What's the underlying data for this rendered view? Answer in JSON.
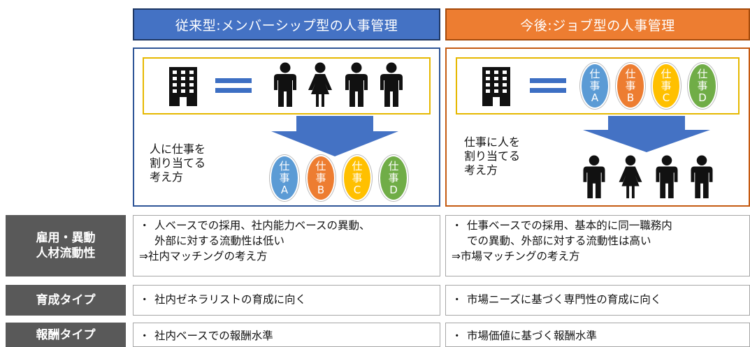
{
  "headers": {
    "left": "従来型:メンバーシップ型の人事管理",
    "right": "今後:ジョブ型の人事管理"
  },
  "left_panel": {
    "concept": [
      "人に仕事を",
      "割り当てる",
      "考え方"
    ],
    "jobs": [
      {
        "c1": "仕",
        "c2": "事",
        "c3": "A"
      },
      {
        "c1": "仕",
        "c2": "事",
        "c3": "B"
      },
      {
        "c1": "仕",
        "c2": "事",
        "c3": "C"
      },
      {
        "c1": "仕",
        "c2": "事",
        "c3": "D"
      }
    ]
  },
  "right_panel": {
    "concept": [
      "仕事に人を",
      "割り当てる",
      "考え方"
    ],
    "jobs": [
      {
        "c1": "仕",
        "c2": "事",
        "c3": "A"
      },
      {
        "c1": "仕",
        "c2": "事",
        "c3": "B"
      },
      {
        "c1": "仕",
        "c2": "事",
        "c3": "C"
      },
      {
        "c1": "仕",
        "c2": "事",
        "c3": "D"
      }
    ]
  },
  "rows": [
    {
      "label1": "雇用・異動",
      "label2": "人材流動性",
      "left_bullet": "・",
      "left_l1": "人ベースでの採用、社内能力ベースの異動、",
      "left_l2": "外部に対する流動性は低い",
      "left_l3": "⇒社内マッチングの考え方",
      "right_bullet": "・",
      "right_l1": "仕事ベースでの採用、基本的に同一職務内",
      "right_l2": "での異動、外部に対する流動性は高い",
      "right_l3": "⇒市場マッチングの考え方"
    },
    {
      "label1": "育成タイプ",
      "left_bullet": "・",
      "left_l1": "社内ゼネラリストの育成に向く",
      "right_bullet": "・",
      "right_l1": "市場ニーズに基づく専門性の育成に向く"
    },
    {
      "label1": "報酬タイプ",
      "left_bullet": "・",
      "left_l1": "社内ベースでの報酬水準",
      "right_bullet": "・",
      "right_l1": "市場価値に基づく報酬水準"
    }
  ],
  "colors": {
    "left_header": "#4472c4",
    "right_header": "#ed7d31",
    "frame_yellow": "#e6b800",
    "row_label": "#595959",
    "job_a": "#5b9bd5",
    "job_b": "#ed7d31",
    "job_c": "#ffc000",
    "job_d": "#70ad47"
  },
  "icons": [
    "building-icon",
    "equals-icon",
    "person-male-icon",
    "person-female-icon",
    "down-arrow-icon"
  ]
}
